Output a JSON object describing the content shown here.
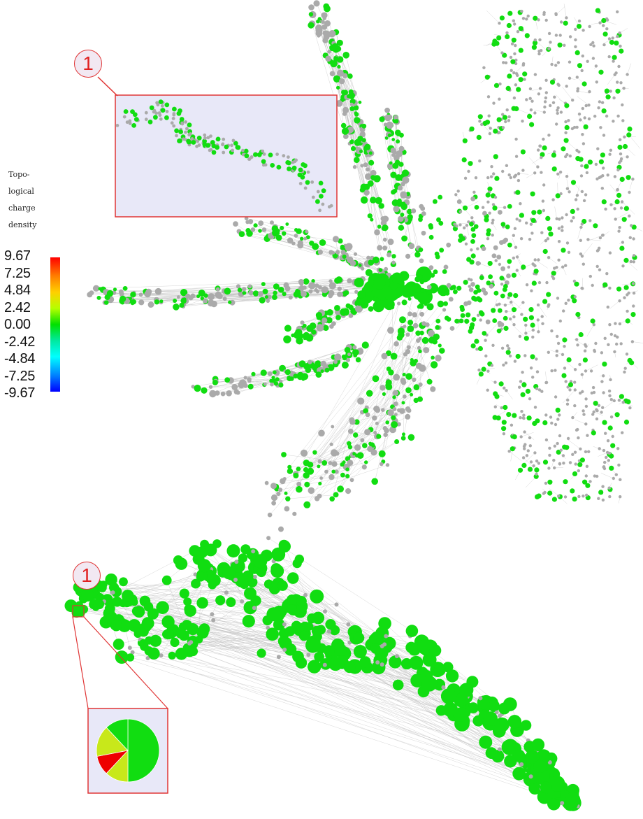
{
  "legend": {
    "title_lines": [
      "Topo-",
      "logical",
      "charge",
      "density"
    ],
    "ticks": [
      "9.67",
      "7.25",
      "4.84",
      "2.42",
      "0.00",
      "-2.42",
      "-4.84",
      "-7.25",
      "-9.67"
    ],
    "colors": [
      "#ff0000",
      "#ff7f00",
      "#ffd000",
      "#b5ff00",
      "#00e000",
      "#00e9a0",
      "#00ffff",
      "#0080ff",
      "#0000ff"
    ]
  },
  "callouts": {
    "top_label": "1",
    "bottom_label": "1"
  },
  "colors": {
    "node_green": "#11dd11",
    "node_grey": "#aaaaaa",
    "edge_grey": "#bbbbbb",
    "highlight_red": "#e03535",
    "inset_fill": "#e8e8f8"
  }
}
